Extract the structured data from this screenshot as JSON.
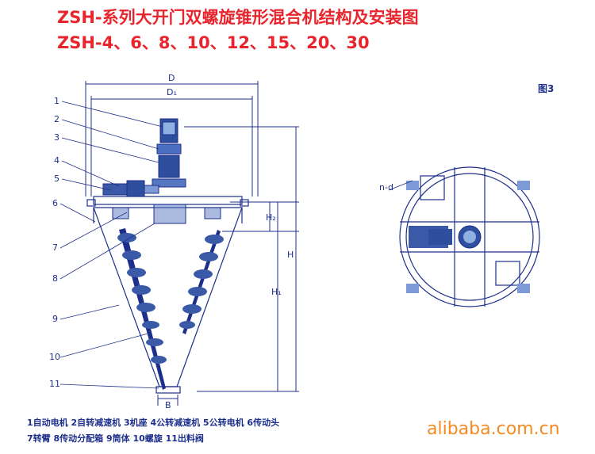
{
  "title": "ZSH-系列大开门双螺旋锥形混合机结构及安装图",
  "subtitle": "ZSH-4、6、8、10、12、15、20、30",
  "figure_label": "图3",
  "dimensions": {
    "D": "D",
    "D1": "D₁",
    "H": "H",
    "H1": "H₁",
    "H2": "H₂",
    "B": "B",
    "nd": "n-d"
  },
  "callouts": [
    "1",
    "2",
    "3",
    "4",
    "5",
    "6",
    "7",
    "8",
    "9",
    "10",
    "11"
  ],
  "legend_line1": "1自动电机 2自转减速机 3机座 4公转减速机 5公转电机 6传动头",
  "legend_line2": "7转臂 8传动分配箱 9筒体 10螺旋 11出料阀",
  "watermark": "alibaba.com.cn",
  "colors": {
    "title": "#e8252d",
    "line": "#1d2f8c",
    "part": "#3a5aa8",
    "watermark": "#f58a22"
  }
}
